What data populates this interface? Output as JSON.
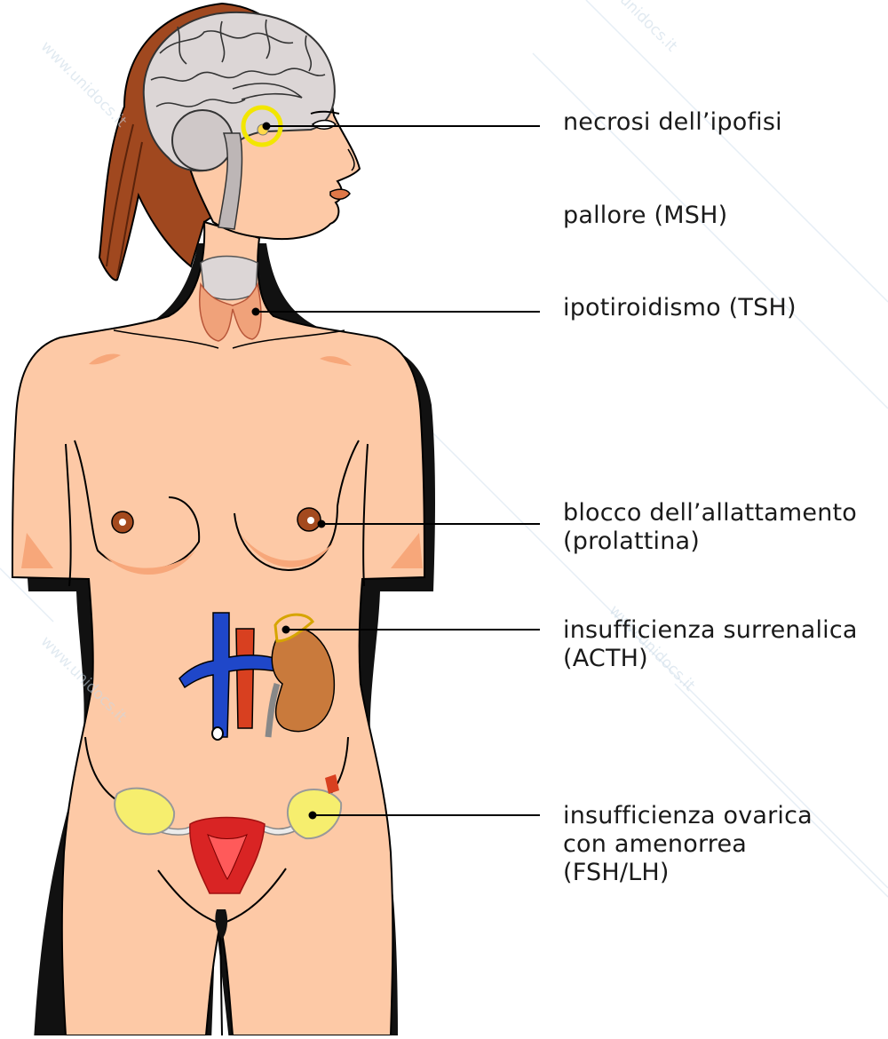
{
  "labels": {
    "pituitary": "necrosi dell’ipofisi",
    "pallor": "pallore (MSH)",
    "thyroid": "ipotiroidismo (TSH)",
    "lactation_1": "blocco dell’allattamento",
    "lactation_2": "(prolattina)",
    "adrenal_1": "insufficienza surrenalica",
    "adrenal_2": "(ACTH)",
    "ovarian_1": "insufficienza ovarica",
    "ovarian_2": "con amenorrea",
    "ovarian_3": "(FSH/LH)"
  },
  "watermark": "www.unidocs.it",
  "colors": {
    "skin": "#fdc9a6",
    "skin_shade": "#f7a77a",
    "hair": "#a0481f",
    "brain": "#dcd6d6",
    "gland_ring": "#f2e600",
    "vein": "#1f47c9",
    "artery": "#d84020",
    "kidney": "#c97a3c",
    "uterus": "#d92424",
    "ovary": "#f6ee6e",
    "thyroid": "#f0a27a",
    "line": "#000000"
  }
}
